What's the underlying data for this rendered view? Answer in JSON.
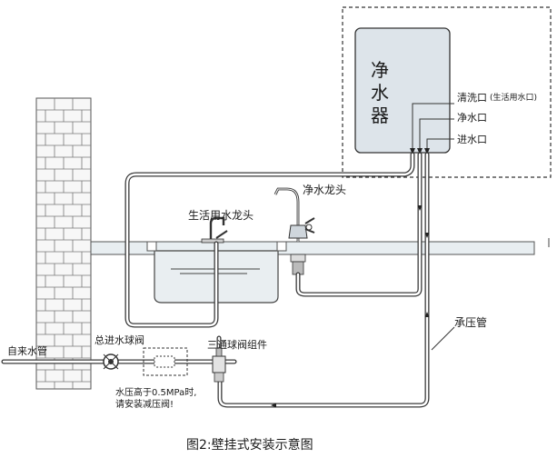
{
  "purifier": {
    "name_line1": "净",
    "name_line2": "水",
    "name_line3": "器",
    "port_clean": "清洗口",
    "port_clean_note": "(生活用水口)",
    "port_pure": "净水口",
    "port_inlet": "进水口"
  },
  "labels": {
    "pure_faucet": "净水龙头",
    "life_faucet": "生活用水龙头",
    "tap_pipe": "自来水管",
    "main_valve": "总进水球阀",
    "three_way": "三通球阀组件",
    "pressure_pipe": "承压管",
    "warning_line1": "水压高于0.5MPa时,",
    "warning_line2": "请安装减压阀!"
  },
  "caption": "图2:壁挂式安装示意图",
  "colors": {
    "purifier_fill": "#dde4ea",
    "wall_stroke": "#555555",
    "pipe_stroke": "#3a3a3a"
  }
}
